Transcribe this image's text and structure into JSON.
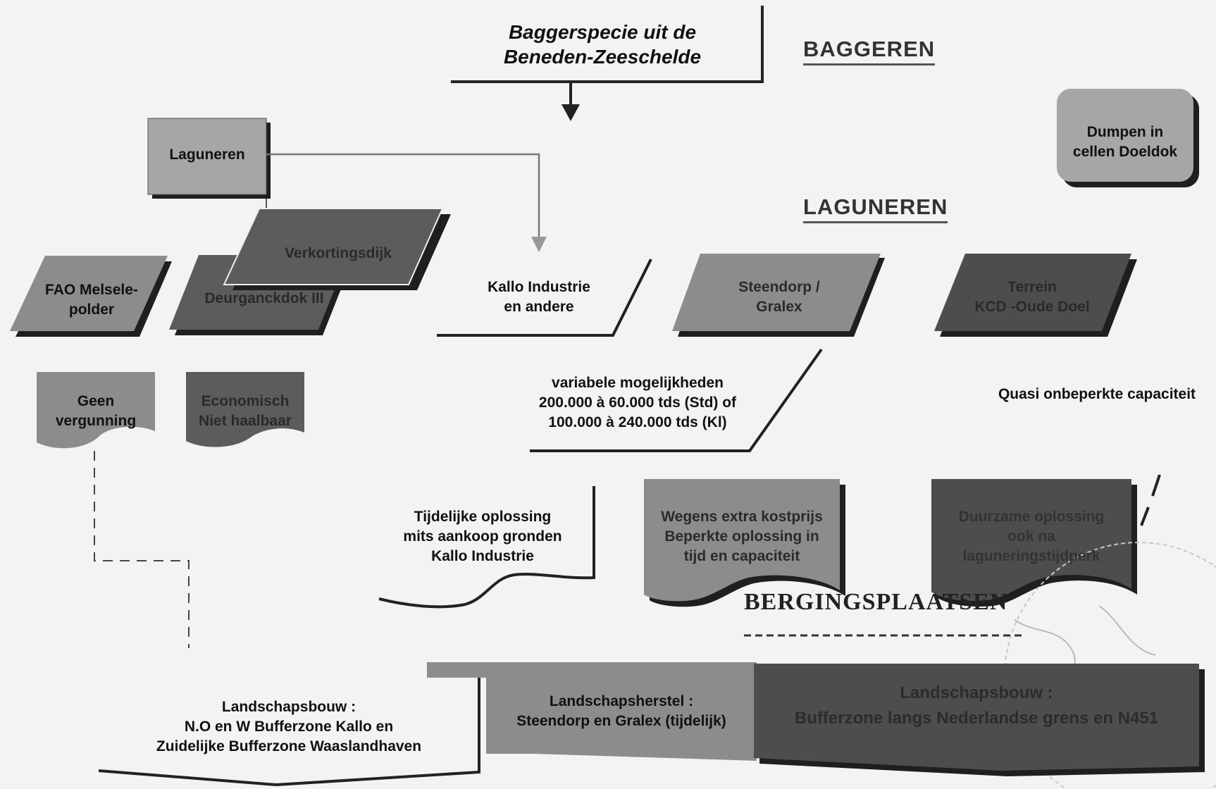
{
  "header": {
    "source_line1": "Baggerspecie uit de",
    "source_line2": "Beneden-Zeeschelde",
    "section_baggeren": "BAGGEREN",
    "section_laguneren": "LAGUNEREN",
    "section_bergingsplaatsen": "BERGINGSPLAATSEN"
  },
  "process": {
    "laguneren": "Laguneren",
    "dumpen_line1": "Dumpen in",
    "dumpen_line2": "cellen Doeldok"
  },
  "sites": {
    "fao_line1": "FAO Melsele-",
    "fao_line2": "polder",
    "deurganck": "Deurganckdok III",
    "verkorting": "Verkortingsdijk",
    "kallo_line1": "Kallo Industrie",
    "kallo_line2": "en andere",
    "steendorp_line1": "Steendorp /",
    "steendorp_line2": "Gralex",
    "terrein_line1": "Terrein",
    "terrein_line2": "KCD -Oude Doel"
  },
  "capacity": {
    "var_line1": "variabele mogelijkheden",
    "var_line2": "200.000 à 60.000 tds (Std) of",
    "var_line3": "100.000 à 240.000 tds (Kl)",
    "quasi": "Quasi onbeperkte capaciteit"
  },
  "assessments": {
    "geen_line1": "Geen",
    "geen_line2": "vergunning",
    "econ_line1": "Economisch",
    "econ_line2": "Niet haalbaar",
    "tijd_line1": "Tijdelijke oplossing",
    "tijd_line2": "mits aankoop gronden",
    "tijd_line3": "Kallo Industrie",
    "wegens_line1": "Wegens extra kostprijs",
    "wegens_line2": "Beperkte oplossing  in",
    "wegens_line3": "tijd en capaciteit",
    "duur_line1": "Duurzame oplossing",
    "duur_line2": "ook na",
    "duur_line3": "laguneringstijdperk"
  },
  "landscape": {
    "bouw_line1": "Landschapsbouw :",
    "bouw_line2": "N.O  en  W Bufferzone Kallo en",
    "bouw_line3": "Zuidelijke Bufferzone Waaslandhaven",
    "herstel_line1": "Landschapsherstel :",
    "herstel_line2": "Steendorp en Gralex (tijdelijk)",
    "buffer_line1": "Landschapsbouw :",
    "buffer_line2": "Bufferzone langs Nederlandse grens en N451"
  },
  "colors": {
    "background": "#f3f3f3",
    "light_gray": "#a6a6a6",
    "mid_gray": "#8c8c8c",
    "dark_gray": "#5c5c5c",
    "darker_gray": "#4d4d4d",
    "shadow": "#1f1f1f"
  }
}
